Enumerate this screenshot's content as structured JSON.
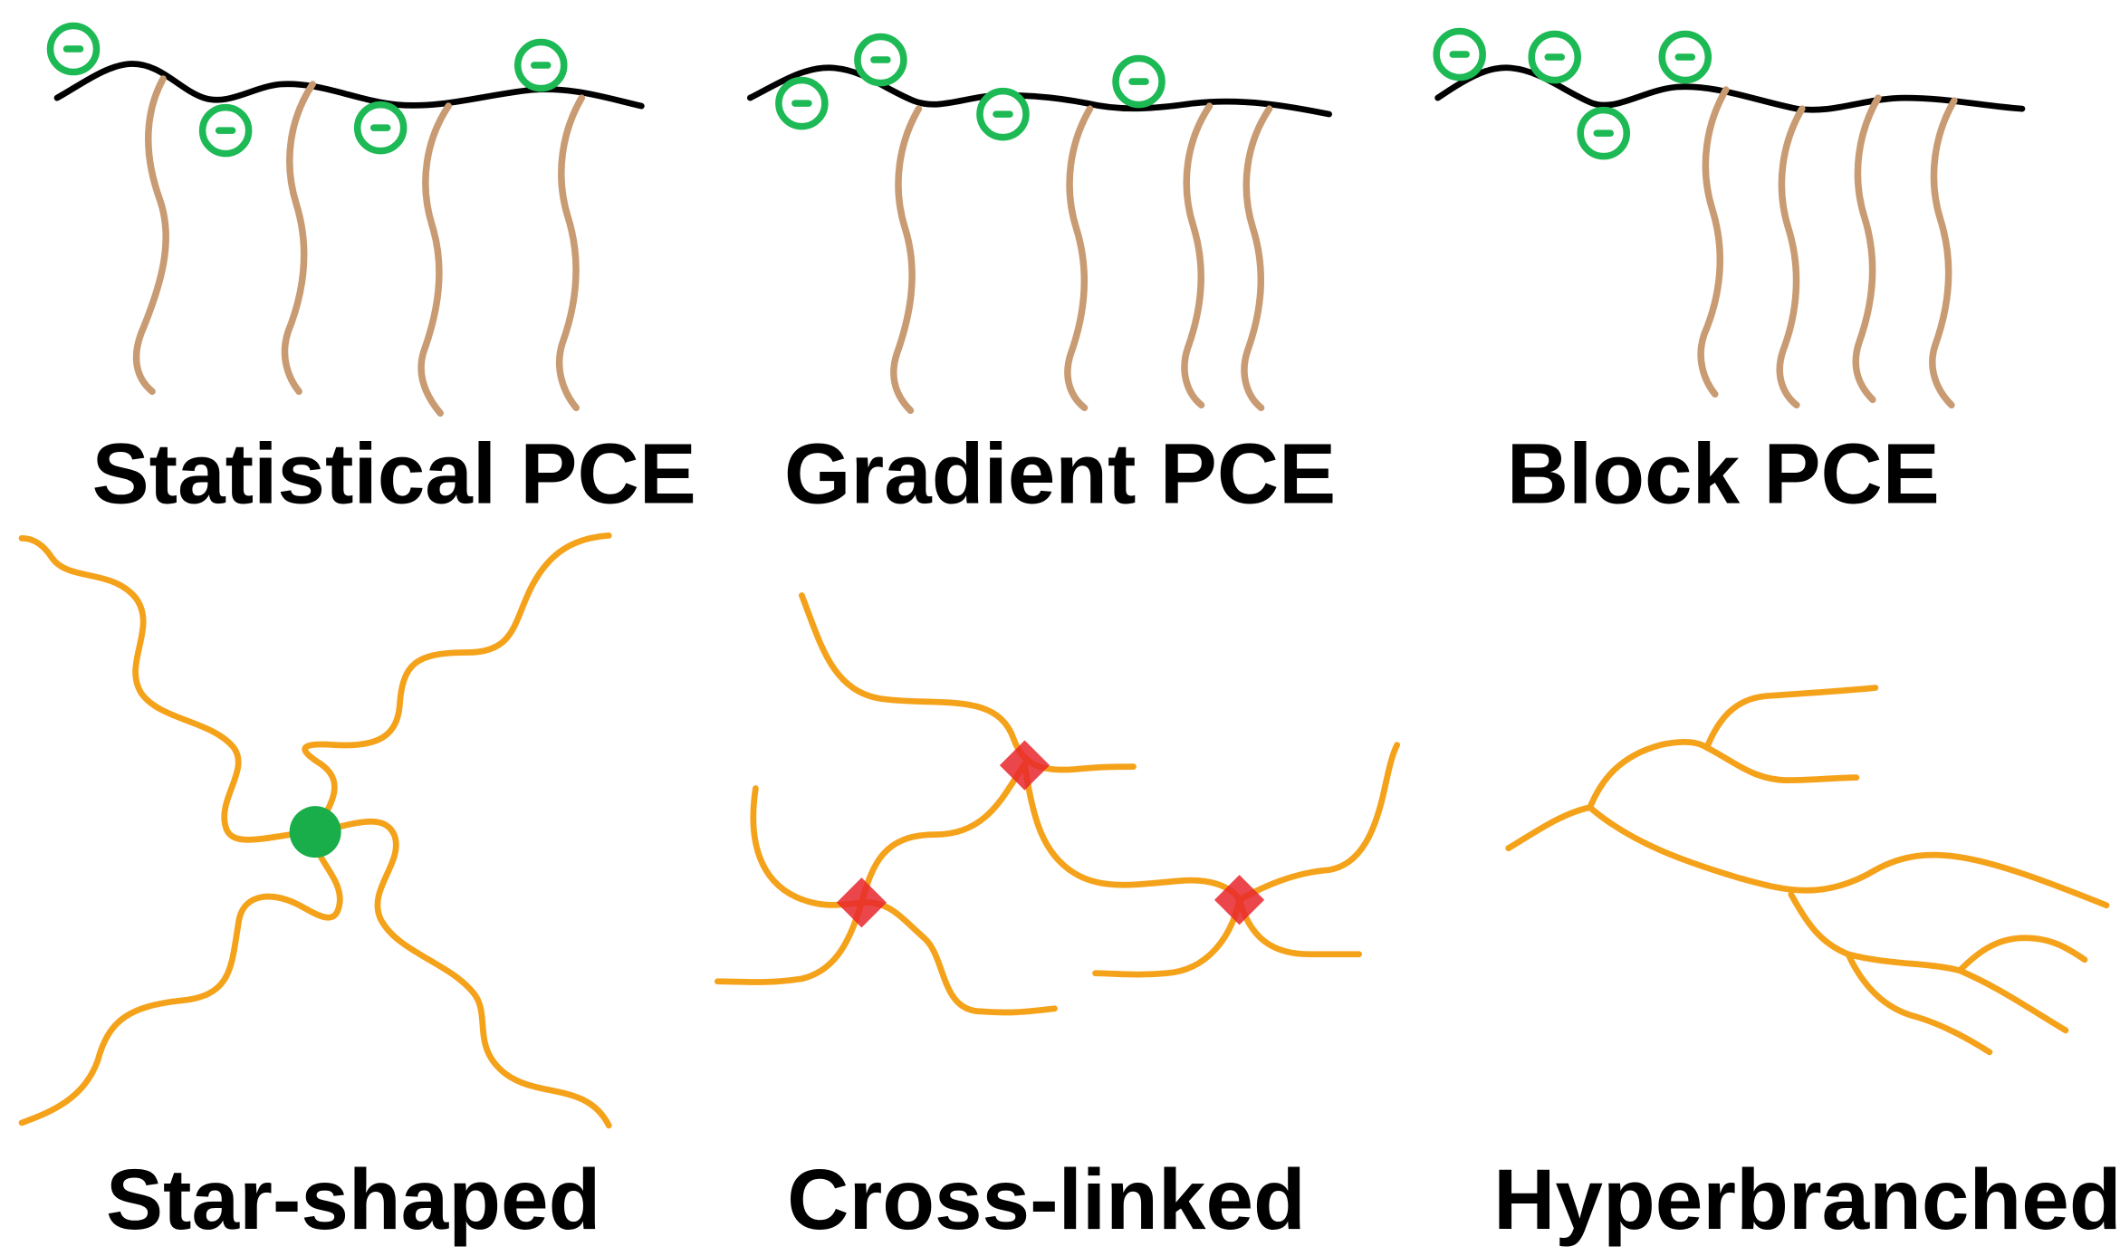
{
  "colors": {
    "backbone": "#000000",
    "side_chain": "#c89b73",
    "anionic_charge": "#1db954",
    "polymer_arm": "#f5a21b",
    "star_core": "#1aae4a",
    "crosslink_node": "#e8262b"
  },
  "icons": {
    "charge": "negative-charge-icon",
    "star_core": "filled-circle",
    "crosslink": "diamond"
  },
  "panels": {
    "statistical": {
      "label": "Statistical PCE"
    },
    "gradient": {
      "label": "Gradient PCE"
    },
    "block": {
      "label": "Block PCE"
    },
    "star": {
      "label": "Star-shaped"
    },
    "crosslinked": {
      "label": "Cross-linked"
    },
    "hyperbranched": {
      "label": "Hyperbranched"
    }
  }
}
